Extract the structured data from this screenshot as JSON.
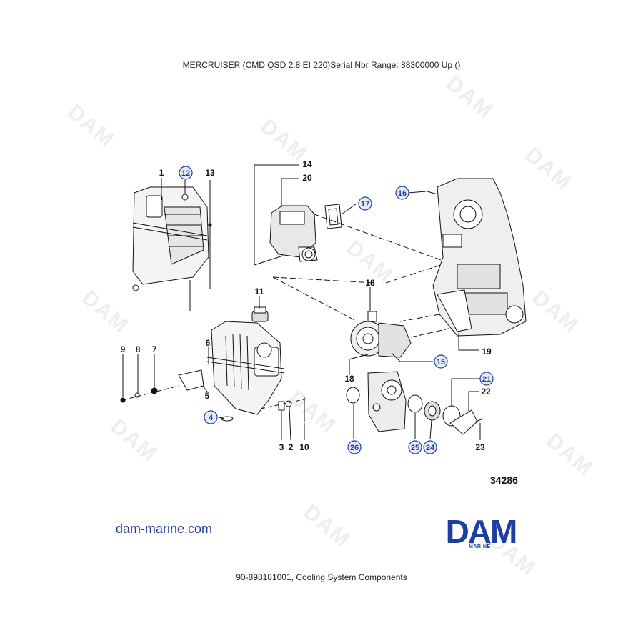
{
  "header": {
    "title": "MERCRUISER (CMD QSD 2.8 EI 220)Serial Nbr Range: 88300000  Up ()"
  },
  "footer": {
    "caption": "90-898181001, Cooling System Components",
    "website": "dam-marine.com",
    "figure_number": "34286"
  },
  "logo": {
    "text": "DAM",
    "subtext": "MARINE",
    "color": "#1c3fa0"
  },
  "watermark": {
    "text": "DAM"
  },
  "colors": {
    "callout_circle": "#1c3fa0",
    "callout_fill": "#e6ebf7",
    "line": "#111111"
  },
  "parts": {
    "p1": "1",
    "p2": "2",
    "p3": "3",
    "p4": "4",
    "p5": "5",
    "p6": "6",
    "p7": "7",
    "p8": "8",
    "p9": "9",
    "p10": "10",
    "p11": "11",
    "p12": "12",
    "p13": "13",
    "p14": "14",
    "p15": "15",
    "p16": "16",
    "p17": "17",
    "p18a": "18",
    "p18b": "18",
    "p19": "19",
    "p20": "20",
    "p21": "21",
    "p22": "22",
    "p23": "23",
    "p24": "24",
    "p25": "25",
    "p26": "26"
  }
}
